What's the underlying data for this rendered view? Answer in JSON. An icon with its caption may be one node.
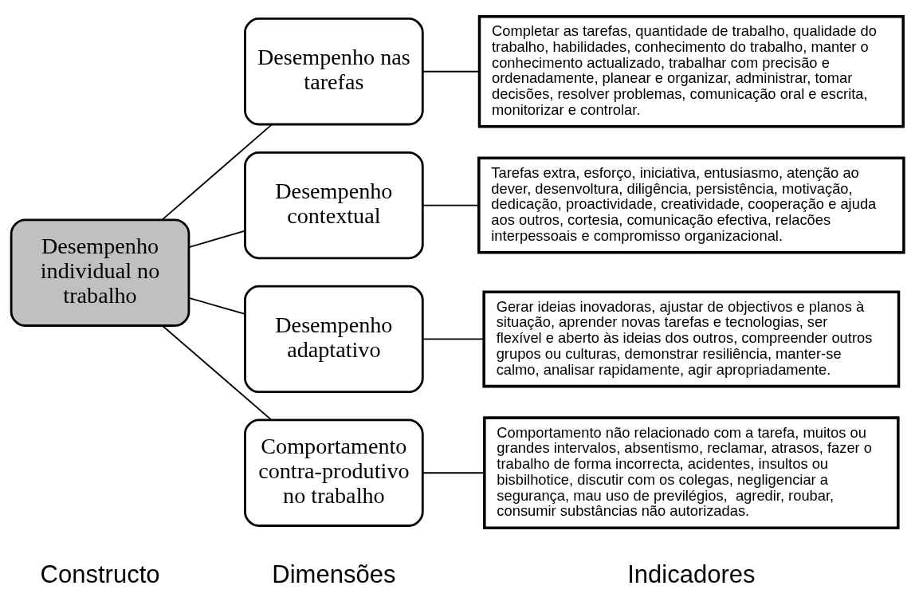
{
  "diagram": {
    "nodes": [
      {
        "text": [
          "Desempenho individual no trabalho"
        ]
      },
      {
        "text": [
          "Desempenho nas tarefas"
        ]
      },
      {
        "text": [
          "Desempenho contextual"
        ]
      },
      {
        "text": [
          "Desempenho adaptativo"
        ]
      },
      {
        "text": [
          "Comportamento contra-produtivo no trabalho"
        ]
      },
      {
        "text": [
          "Completar as tarefas, quantidade de trabalho, qualidade do trabalho, habilidades, conhecimento do trabalho, manter o conhecimento actualizado, trabalhar com precisão e ordenadamente, planear e organizar, administrar, tomar decisões, resolver problemas, comunicação oral e escrita, monitorizar e controlar."
        ]
      },
      {
        "text": [
          "Tarefas extra, esforço, iniciativa, entusiasmo, atenção ao dever, desenvoltura, diligência, persistência, motivação, dedicação, proactividade, creatividade, cooperação e ajuda aos outros, cortesia, comunicação efectiva, relacões interpessoais e compromisso organizacional."
        ]
      },
      {
        "text": [
          "Gerar ideias inovadoras, ajustar de objectivos e planos à situação, aprender novas tarefas e tecnologias, ser flexível e aberto às ideias dos outros, compreender outros grupos ou culturas, demonstrar resiliência, manter-se calmo, analisar rapidamente, agir apropriadamente."
        ]
      },
      {
        "text": [
          "Comportamento não relacionado com a tarefa, muitos ou grandes intervalos, absentismo, reclamar, atrasos, fazer o trabalho de forma incorrecta, acidentes, insultos ou bisbilhotice, discutir com os colegas, negligenciar a segurança, mau uso de previlégios,  agredir, roubar, consumir substâncias não autorizadas."
        ]
      }
    ],
    "edges": [
      {
        "from": 0,
        "to": 1,
        "arrow": "none"
      },
      {
        "from": 0,
        "to": 2,
        "arrow": "none"
      },
      {
        "from": 0,
        "to": 3,
        "arrow": "none"
      },
      {
        "from": 0,
        "to": 4,
        "arrow": "none"
      },
      {
        "from": 1,
        "to": 5,
        "arrow": "none"
      },
      {
        "from": 2,
        "to": 6,
        "arrow": "none"
      },
      {
        "from": 3,
        "to": 7,
        "arrow": "none"
      },
      {
        "from": 4,
        "to": 8,
        "arrow": "none"
      }
    ],
    "labels": [
      "Constructo",
      "Dimensões",
      "Indicadores"
    ]
  }
}
